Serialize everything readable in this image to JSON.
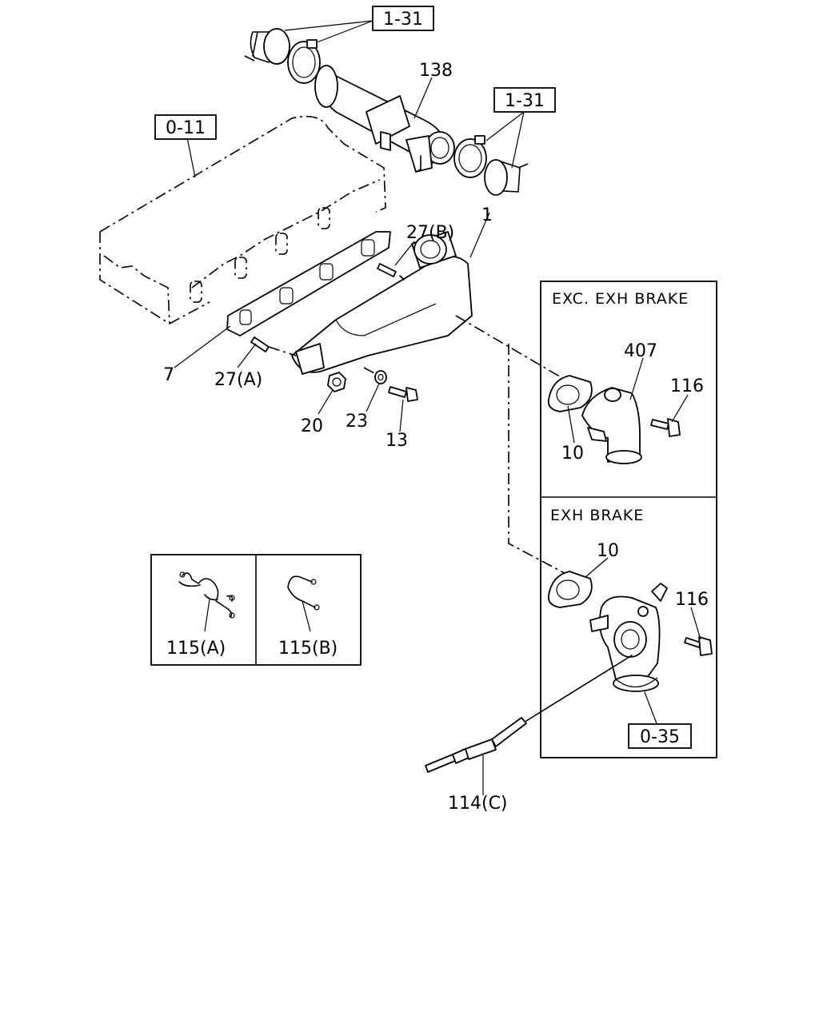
{
  "panels": {
    "exc_exh_brake": "EXC. EXH BRAKE",
    "exh_brake": "EXH BRAKE"
  },
  "refs": {
    "ref_1_31_top": "1-31",
    "ref_1_31_right": "1-31",
    "ref_0_11": "0-11",
    "ref_0_35": "0-35"
  },
  "callouts": {
    "c138": "138",
    "c1": "1",
    "c27b": "27(B)",
    "c27a": "27(A)",
    "c7": "7",
    "c20": "20",
    "c23": "23",
    "c13": "13",
    "c407": "407",
    "c116_top": "116",
    "c10_top": "10",
    "c10_bottom": "10",
    "c116_bottom": "116",
    "c115a": "115(A)",
    "c115b": "115(B)",
    "c114c": "114(C)"
  }
}
